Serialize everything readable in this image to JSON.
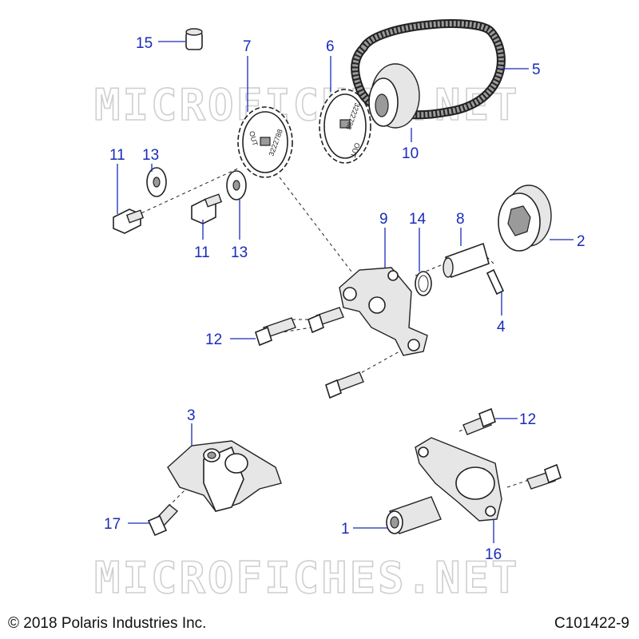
{
  "watermark": "MICROFICHES.NET",
  "footer": {
    "copyright": "© 2018 Polaris Industries Inc.",
    "drawing_id": "C101422-9"
  },
  "sprocket_markings": {
    "sprocket_7": "3222788",
    "sprocket_7_side": "OUT",
    "sprocket_6": "3222788",
    "sprocket_6_side": "OUT"
  },
  "callouts": [
    {
      "id": "c1",
      "label": "1"
    },
    {
      "id": "c2",
      "label": "2"
    },
    {
      "id": "c3",
      "label": "3"
    },
    {
      "id": "c4",
      "label": "4"
    },
    {
      "id": "c5",
      "label": "5"
    },
    {
      "id": "c6",
      "label": "6"
    },
    {
      "id": "c7",
      "label": "7"
    },
    {
      "id": "c8",
      "label": "8"
    },
    {
      "id": "c9",
      "label": "9"
    },
    {
      "id": "c10",
      "label": "10"
    },
    {
      "id": "c11a",
      "label": "11"
    },
    {
      "id": "c11b",
      "label": "11"
    },
    {
      "id": "c12a",
      "label": "12"
    },
    {
      "id": "c12b",
      "label": "12"
    },
    {
      "id": "c13a",
      "label": "13"
    },
    {
      "id": "c13b",
      "label": "13"
    },
    {
      "id": "c14",
      "label": "14"
    },
    {
      "id": "c15",
      "label": "15"
    },
    {
      "id": "c16",
      "label": "16"
    },
    {
      "id": "c17",
      "label": "17"
    }
  ]
}
